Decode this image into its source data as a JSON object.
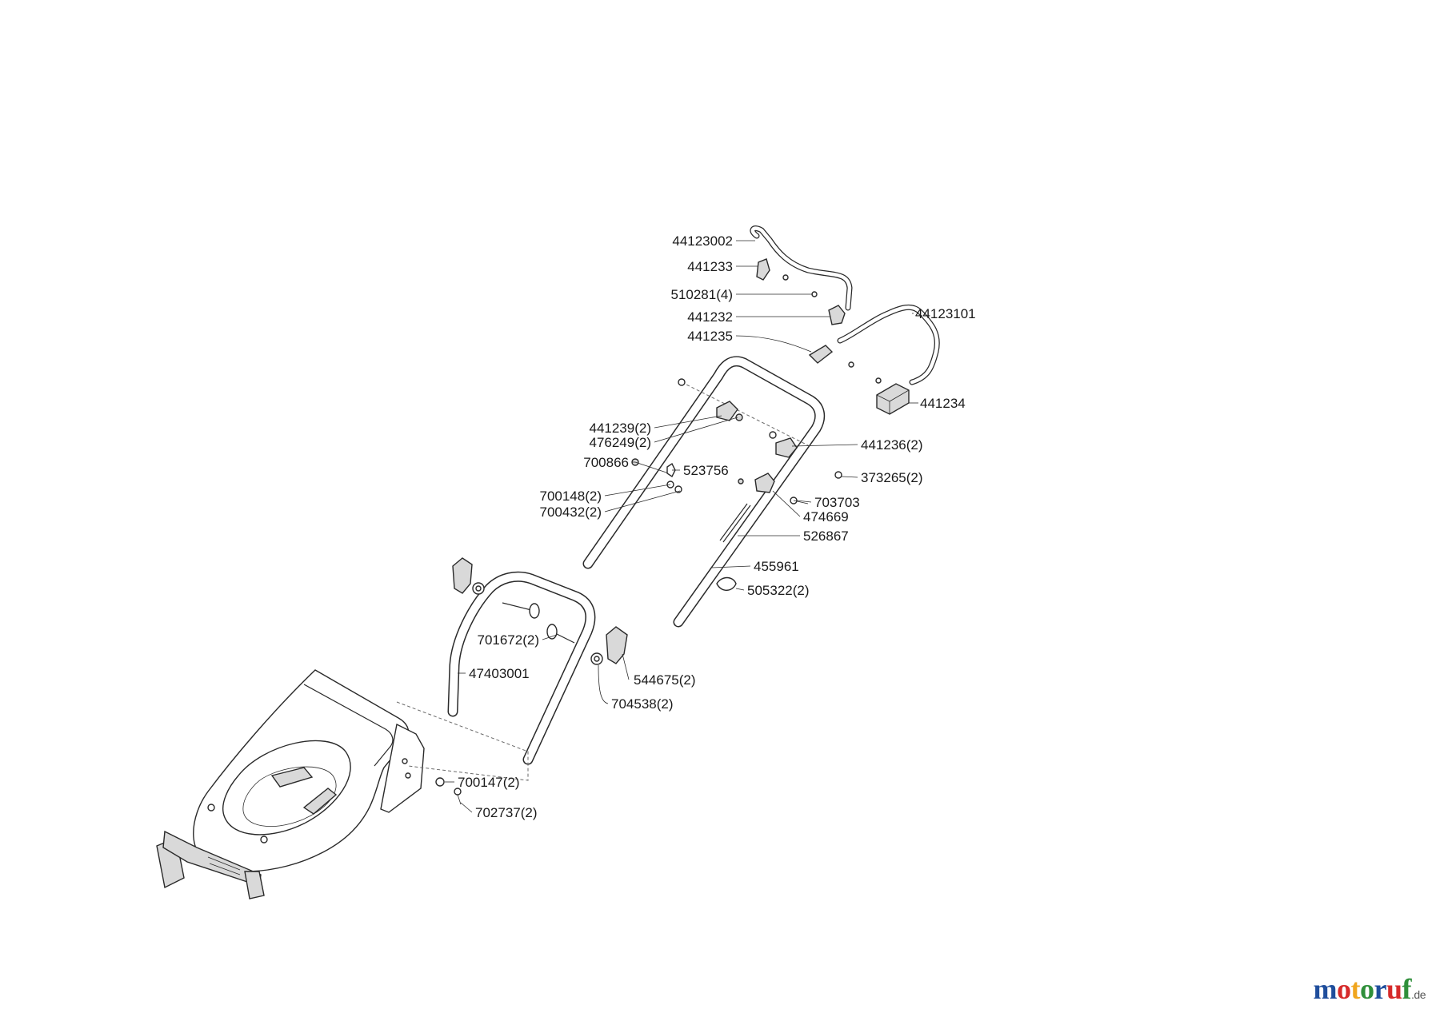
{
  "labels": {
    "p44123002": "44123002",
    "p441233": "441233",
    "p510281": "510281(4)",
    "p441232": "441232",
    "p441235": "441235",
    "p44123101": "44123101",
    "p441234": "441234",
    "p441239": "441239(2)",
    "p476249": "476249(2)",
    "p441236": "441236(2)",
    "p700866": "700866",
    "p523756": "523756",
    "p373265": "373265(2)",
    "p700148": "700148(2)",
    "p700432": "700432(2)",
    "p703703": "703703",
    "p474669": "474669",
    "p526867": "526867",
    "p455961": "455961",
    "p505322": "505322(2)",
    "p701672": "701672(2)",
    "p544675": "544675(2)",
    "p47403001": "47403001",
    "p704538": "704538(2)",
    "p700147": "700147(2)",
    "p702737": "702737(2)"
  },
  "watermark": {
    "text_m": "m",
    "text_o1": "o",
    "text_t": "t",
    "text_o2": "o",
    "text_r": "r",
    "text_u": "u",
    "text_f": "f",
    "suffix": ".de",
    "colors": [
      "#1f4e9c",
      "#d62a2a",
      "#f0a51e",
      "#2f8f3a",
      "#1f4e9c",
      "#d62a2a",
      "#2f8f3a"
    ]
  }
}
